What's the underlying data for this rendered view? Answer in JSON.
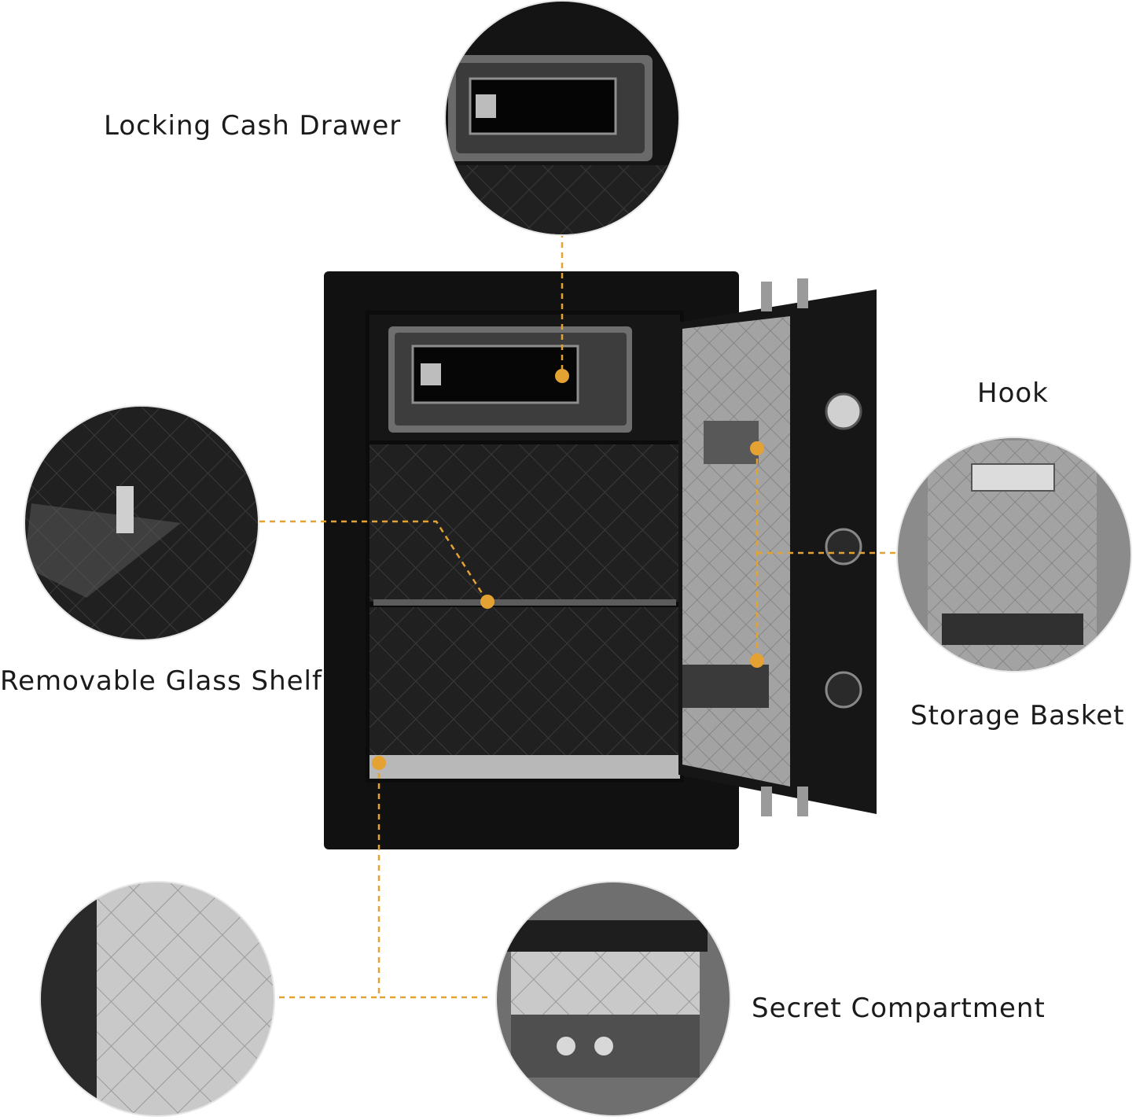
{
  "callouts": {
    "drawer": "Locking Cash Drawer",
    "hook": "Hook",
    "shelf": "Removable Glass Shelf",
    "basket": "Storage Basket",
    "secret": "Secret Compartment"
  },
  "colors": {
    "leader": "#e4a233",
    "body": "#141414",
    "lining": "#9e9e9e"
  }
}
